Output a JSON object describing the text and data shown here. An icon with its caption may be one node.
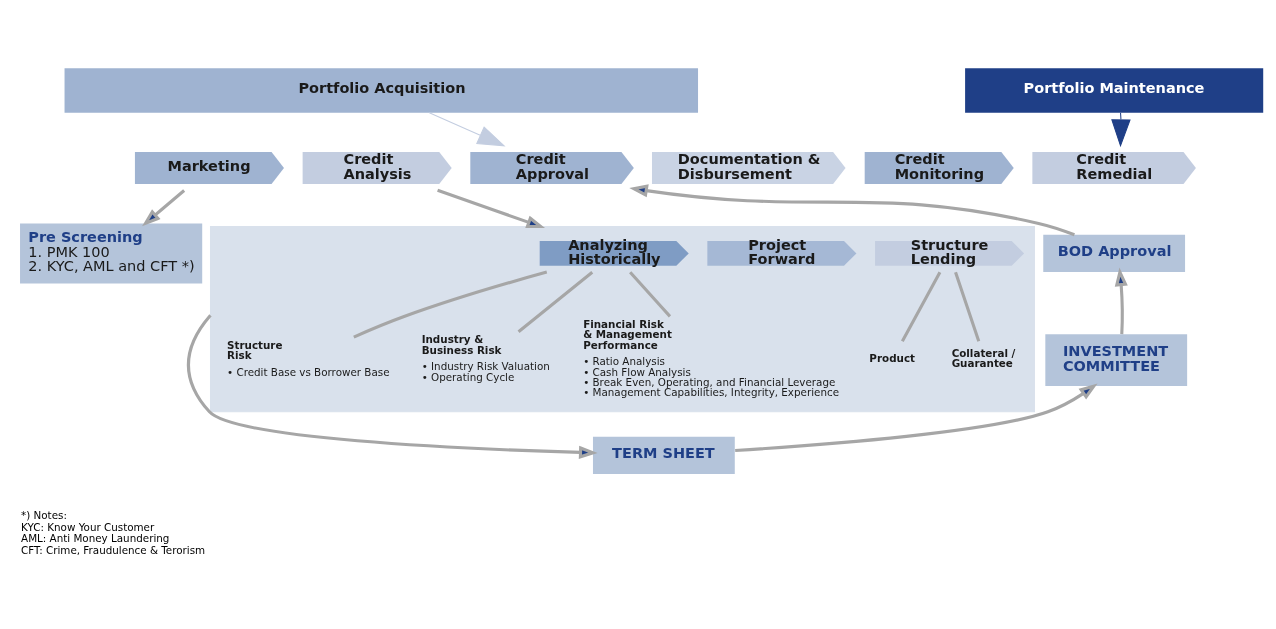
{
  "diagram": {
    "nodes": [
      {
        "text": [
          "Portfolio Acquisition"
        ]
      },
      {
        "text": [
          "Portfolio Maintenance"
        ]
      },
      {
        "text": [
          "Marketing"
        ]
      },
      {
        "text": [
          "Credit Analysis"
        ]
      },
      {
        "text": [
          "Credit Approval"
        ]
      },
      {
        "text": [
          "Documentation & Disbursement"
        ]
      },
      {
        "text": [
          "Credit Monitoring"
        ]
      },
      {
        "text": [
          "Credit Remedial"
        ]
      },
      {
        "text": [
          "Pre Screening",
          "1. PMK 100",
          "2. KYC, AML and CFT *)"
        ]
      },
      {
        "text": [],
        "shape": "box"
      },
      {
        "text": [
          "Analyzing Historically"
        ],
        "in": 9
      },
      {
        "text": [
          "Project Forward"
        ],
        "in": 9
      },
      {
        "text": [
          "Structure Lending"
        ],
        "in": 9
      },
      {
        "text": [
          "Structure Risk"
        ],
        "in": 9,
        "beside": [
          "• Credit Base vs Borrower Base"
        ]
      },
      {
        "text": [
          "Industry & Business Risk"
        ],
        "in": 9,
        "beside": [
          "• Industry Risk Valuation",
          "• Operating Cycle"
        ]
      },
      {
        "text": [
          "Financial Risk & Management Performance"
        ],
        "in": 9,
        "beside": [
          "• Ratio Analysis",
          "• Cash Flow Analysis",
          "• Break Even, Operating, and Financial Leverage",
          "• Management Capabilities, Integrity, Experience"
        ]
      },
      {
        "text": [
          "Product"
        ],
        "in": 9
      },
      {
        "text": [
          "Collateral / Guarantee"
        ],
        "in": 9
      },
      {
        "text": [
          "BOD Approval"
        ]
      },
      {
        "text": [
          "INVESTMENT COMMITTEE"
        ]
      },
      {
        "text": [
          "TERM SHEET"
        ]
      }
    ],
    "edges": [
      {
        "from": 0,
        "to": 4,
        "arrow": "to",
        "color": "#c3cde0"
      },
      {
        "from": 1,
        "to": 7,
        "arrow": "to",
        "color": "#1f3f87"
      },
      {
        "from": 2,
        "to": 8,
        "arrow": "to"
      },
      {
        "from": 3,
        "to": 9,
        "arrow": "to"
      },
      {
        "from": 10,
        "to": 13,
        "arrow": "none"
      },
      {
        "from": 10,
        "to": 14,
        "arrow": "none"
      },
      {
        "from": 10,
        "to": 15,
        "arrow": "none"
      },
      {
        "from": 12,
        "to": 16,
        "arrow": "none"
      },
      {
        "from": 12,
        "to": 17,
        "arrow": "none"
      },
      {
        "from": 9,
        "to": 20,
        "arrow": "to"
      },
      {
        "from": 20,
        "to": 19,
        "arrow": "to"
      },
      {
        "from": 19,
        "to": 18,
        "arrow": "to"
      },
      {
        "from": 18,
        "to": 4,
        "arrow": "to"
      }
    ],
    "labels": [
      "*) Notes:",
      "KYC: Know Your Customer",
      "AML: Anti Money Laundering",
      "CFT: Crime, Fraudulence & Terorism"
    ]
  }
}
